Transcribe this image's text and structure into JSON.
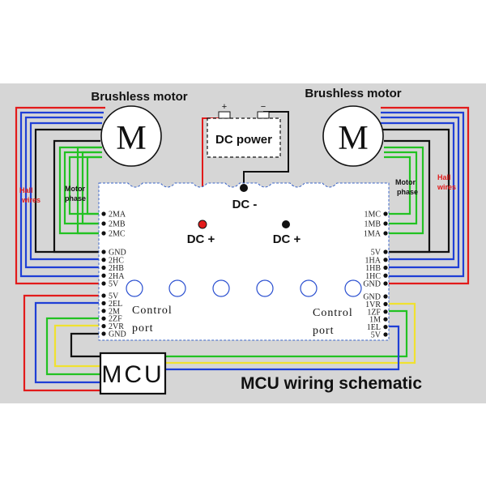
{
  "labels": {
    "motor_left": "Brushless motor",
    "motor_right": "Brushless motor",
    "motor_symbol": "M",
    "dc_power": "DC power",
    "dc_power_plus": "+",
    "dc_power_minus": "−",
    "dc_minus": "DC -",
    "dc_plus_left": "DC +",
    "dc_plus_right": "DC +",
    "hall_left": "Hall\nwires",
    "hall_right": "Hall\nwires",
    "motor_phase_left": "Motor\nphase",
    "motor_phase_right": "Motor\nphase",
    "control_left_1": "Control",
    "control_left_2": "port",
    "control_right_1": "Control",
    "control_right_2": "port",
    "mcu": "MCU",
    "caption": "MCU wiring schematic"
  },
  "pins": {
    "left_phase": [
      "2MA",
      "2MB",
      "2MC"
    ],
    "left_hall": [
      "GND",
      "2HC",
      "2HB",
      "2HA",
      "5V"
    ],
    "left_control": [
      "5V",
      "2EL",
      "2M",
      "2ZF",
      "2VR",
      "GND"
    ],
    "right_phase": [
      "1MC",
      "1MB",
      "1MA"
    ],
    "right_hall": [
      "5V",
      "1HA",
      "1HB",
      "1HC",
      "GND"
    ],
    "right_control": [
      "GND",
      "1VR",
      "1ZF",
      "1M",
      "1EL",
      "5V"
    ]
  },
  "colors": {
    "red": "#e21b1b",
    "blue": "#1f3fd6",
    "green": "#22c222",
    "black": "#111111",
    "yellow": "#f0e130",
    "board": "#ffffff",
    "board_border": "#3a64c8",
    "background": "#d6d6d6"
  }
}
